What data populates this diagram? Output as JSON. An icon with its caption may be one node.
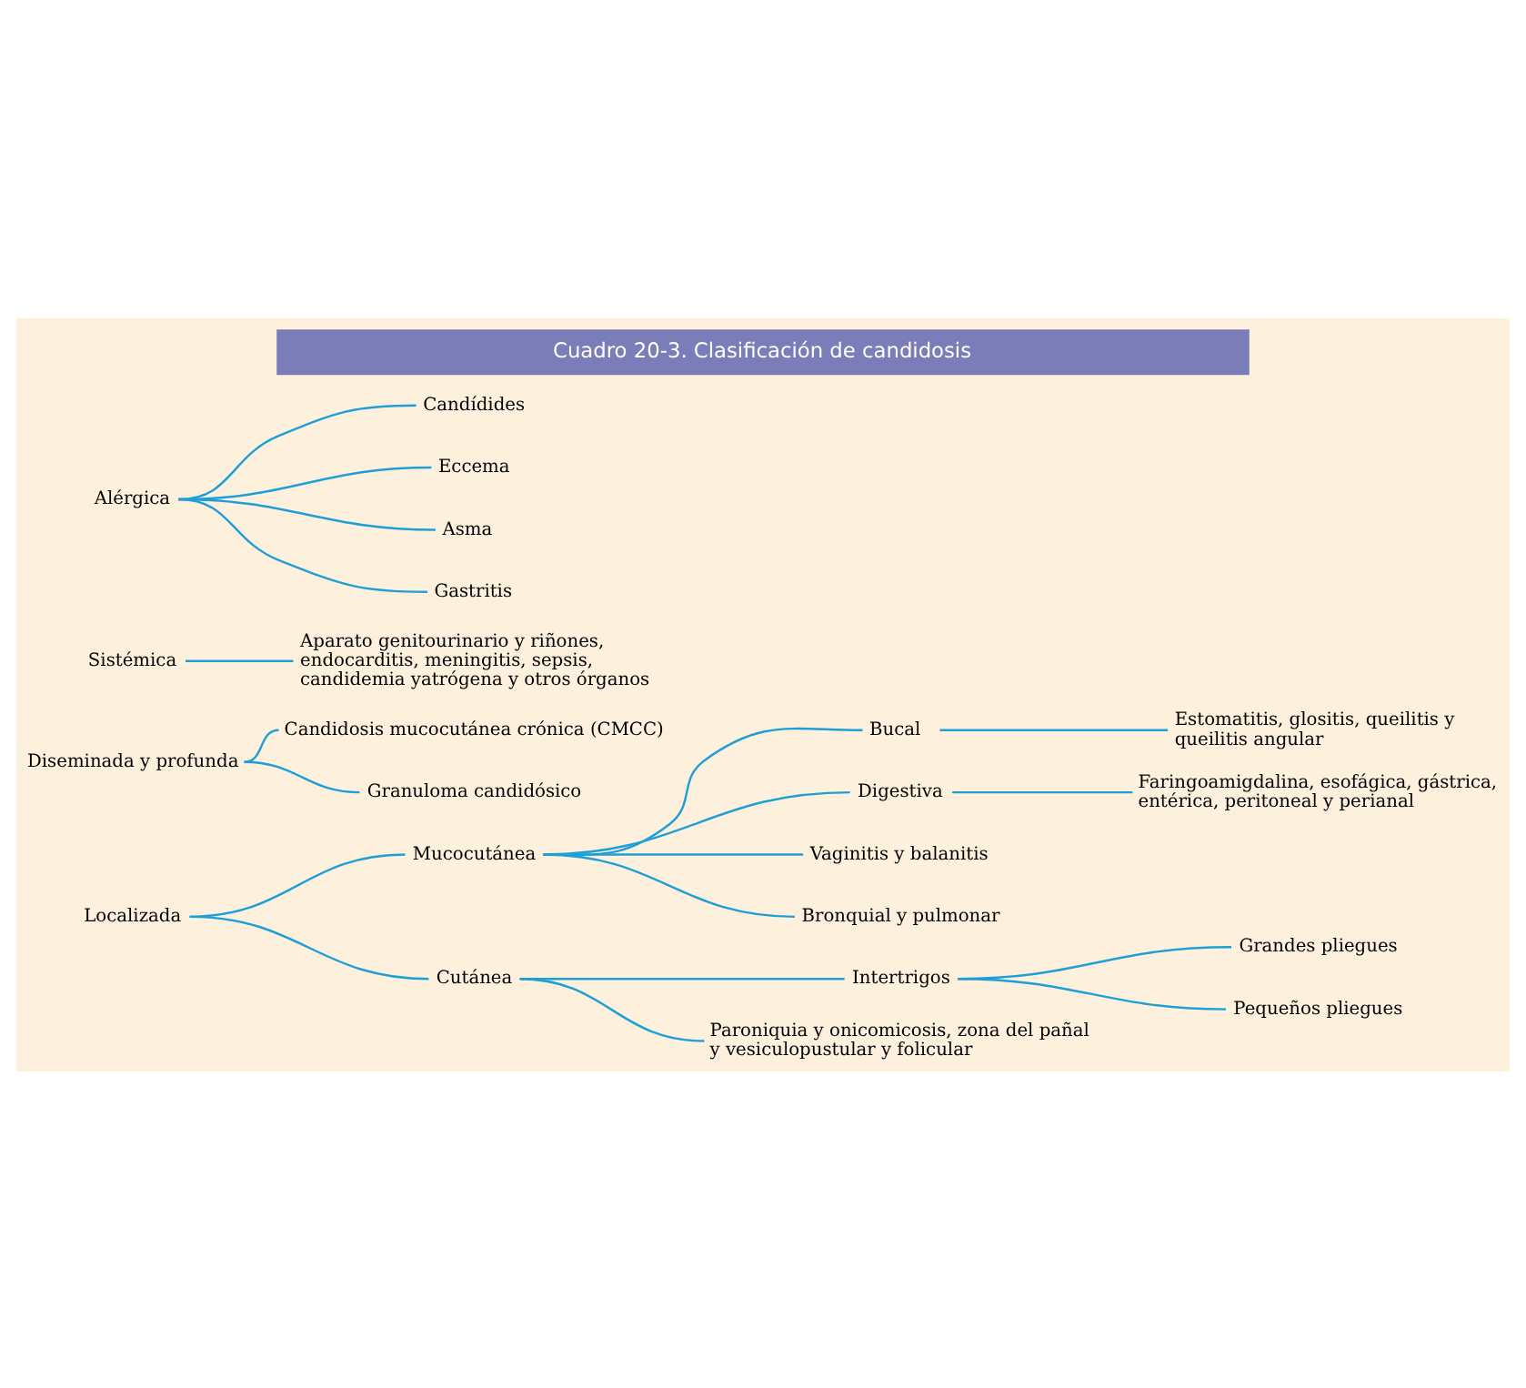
{
  "diagram": {
    "title": "Cuadro 20-3. Clasificación de candidosis",
    "nodes": [
      {
        "text": [
          "Localizada"
        ]
      },
      {
        "text": [
          "Mucocutánea"
        ]
      },
      {
        "text": [
          "Bucal"
        ]
      },
      {
        "text": [
          "Estomatitis, glositis, queilitis y queilitis angular"
        ]
      },
      {
        "text": [
          "Digestiva"
        ]
      },
      {
        "text": [
          "Faringoamigdalina, esofágica, gástrica, entérica, peritoneal y perianal"
        ]
      },
      {
        "text": [
          "Vaginitis y balanitis"
        ]
      },
      {
        "text": [
          "Bronquial y pulmonar"
        ]
      },
      {
        "text": [
          "Cutánea"
        ]
      },
      {
        "text": [
          "Intertrigos"
        ]
      },
      {
        "text": [
          "Grandes pliegues"
        ]
      },
      {
        "text": [
          "Pequeños pliegues"
        ]
      },
      {
        "text": [
          "Paroniquia y onicomicosis, zona del pañal y vesiculopustular y folicular"
        ]
      },
      {
        "text": [
          "Diseminada y profunda"
        ]
      },
      {
        "text": [
          "Candidosis mucocutánea crónica (CMCC)"
        ]
      },
      {
        "text": [
          "Granuloma candidósico"
        ]
      },
      {
        "text": [
          "Sistémica"
        ]
      },
      {
        "text": [
          "Aparato genitourinario y riñones, endocarditis, meningitis, sepsis, candidemia yatrógena y otros órganos"
        ]
      },
      {
        "text": [
          "Alérgica"
        ]
      },
      {
        "text": [
          "Candídides"
        ]
      },
      {
        "text": [
          "Eccema"
        ]
      },
      {
        "text": [
          "Asma"
        ]
      },
      {
        "text": [
          "Gastritis"
        ]
      }
    ],
    "edges": [
      {
        "from": 0,
        "to": 1,
        "arrow": "none"
      },
      {
        "from": 0,
        "to": 8,
        "arrow": "none"
      },
      {
        "from": 1,
        "to": 2,
        "arrow": "none"
      },
      {
        "from": 1,
        "to": 4,
        "arrow": "none"
      },
      {
        "from": 1,
        "to": 6,
        "arrow": "none"
      },
      {
        "from": 1,
        "to": 7,
        "arrow": "none"
      },
      {
        "from": 2,
        "to": 3,
        "arrow": "none"
      },
      {
        "from": 4,
        "to": 5,
        "arrow": "none"
      },
      {
        "from": 8,
        "to": 9,
        "arrow": "none"
      },
      {
        "from": 8,
        "to": 12,
        "arrow": "none"
      },
      {
        "from": 9,
        "to": 10,
        "arrow": "none"
      },
      {
        "from": 9,
        "to": 11,
        "arrow": "none"
      },
      {
        "from": 13,
        "to": 14,
        "arrow": "none"
      },
      {
        "from": 13,
        "to": 15,
        "arrow": "none"
      },
      {
        "from": 16,
        "to": 17,
        "arrow": "none"
      },
      {
        "from": 18,
        "to": 19,
        "arrow": "none"
      },
      {
        "from": 18,
        "to": 20,
        "arrow": "none"
      },
      {
        "from": 18,
        "to": 21,
        "arrow": "none"
      },
      {
        "from": 18,
        "to": 22,
        "arrow": "none"
      }
    ]
  }
}
